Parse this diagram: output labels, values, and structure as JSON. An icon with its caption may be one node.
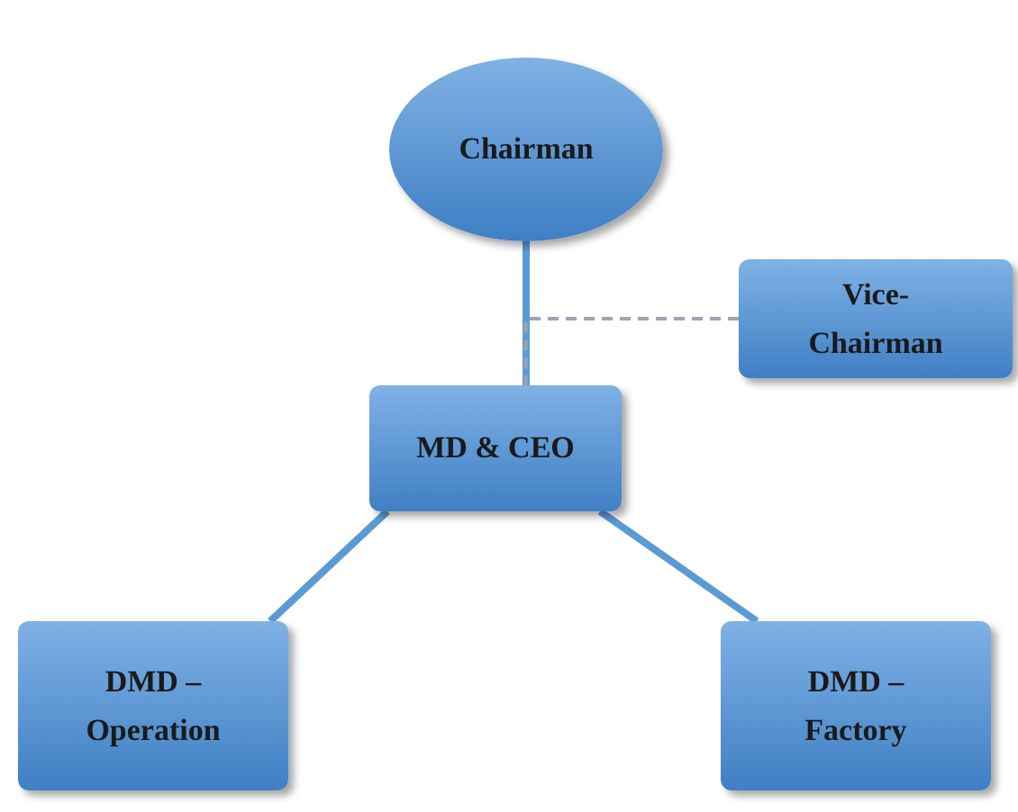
{
  "diagram": {
    "nodes": [
      {
        "text": [
          "Chairman"
        ]
      },
      {
        "text": [
          "Vice-Chairman"
        ]
      },
      {
        "text": [
          "MD & CEO"
        ]
      },
      {
        "text": [
          "DMD – Operation"
        ]
      },
      {
        "text": [
          "DMD – Factory"
        ]
      }
    ],
    "edges": [
      {
        "from": 0,
        "to": 2,
        "arrow": "none"
      },
      {
        "from": 1,
        "to": 2,
        "arrow": "none",
        "style": "dashed",
        "color": "#9aa6b2"
      },
      {
        "from": 2,
        "to": 3,
        "arrow": "none"
      },
      {
        "from": 2,
        "to": 4,
        "arrow": "none"
      }
    ]
  }
}
